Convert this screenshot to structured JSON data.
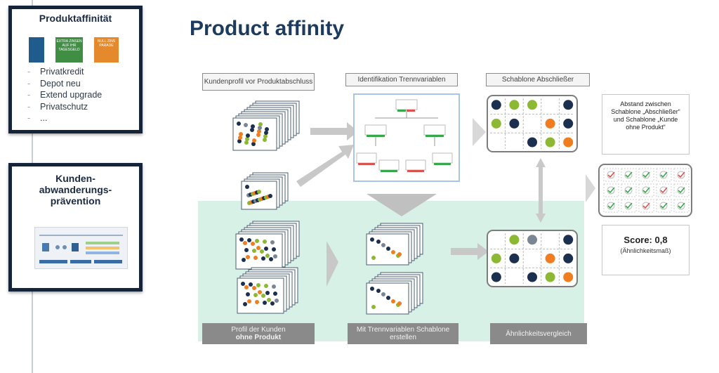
{
  "sidebar": {
    "card1": {
      "title": "Produktaffinität",
      "icon_blue_text": "",
      "icon_green_text": "EXTRA ZINSEN AUF IHR TAGESGELD",
      "icon_orange_text": "NULL ZINS PARADE",
      "items": [
        "Privatkredit",
        "Depot neu",
        "Extend upgrade",
        "Privatschutz",
        "..."
      ]
    },
    "card2": {
      "title_line1": "Kunden-",
      "title_line2": "abwanderungs-",
      "title_line3": "prävention"
    }
  },
  "main": {
    "title": "Product affinity"
  },
  "diagram": {
    "headers": {
      "profile": "Kundenprofil vor Produktabschluss",
      "identification": "Identifikation Trennvariablen",
      "template": "Schablone Abschließer"
    },
    "footers": {
      "profile_line1": "Profil der Kunden",
      "profile_line2": "ohne Produkt",
      "create_line1": "Mit Trennvariablen Schablone",
      "create_line2": "erstellen",
      "compare": "Ähnlichkeitsvergleich"
    },
    "distance_text": "Abstand zwischen Schablone „Abschließer“ und Schablone „Kunde ohne Produkt“",
    "score_label": "Score: 0,8",
    "score_sub": "(Ähnlichkeitsmaß)",
    "colors": {
      "navy": "#1b2f4f",
      "green": "#8cb833",
      "orange": "#f07d1f",
      "grey": "#7a8694",
      "band": "#d7f1e7"
    }
  }
}
